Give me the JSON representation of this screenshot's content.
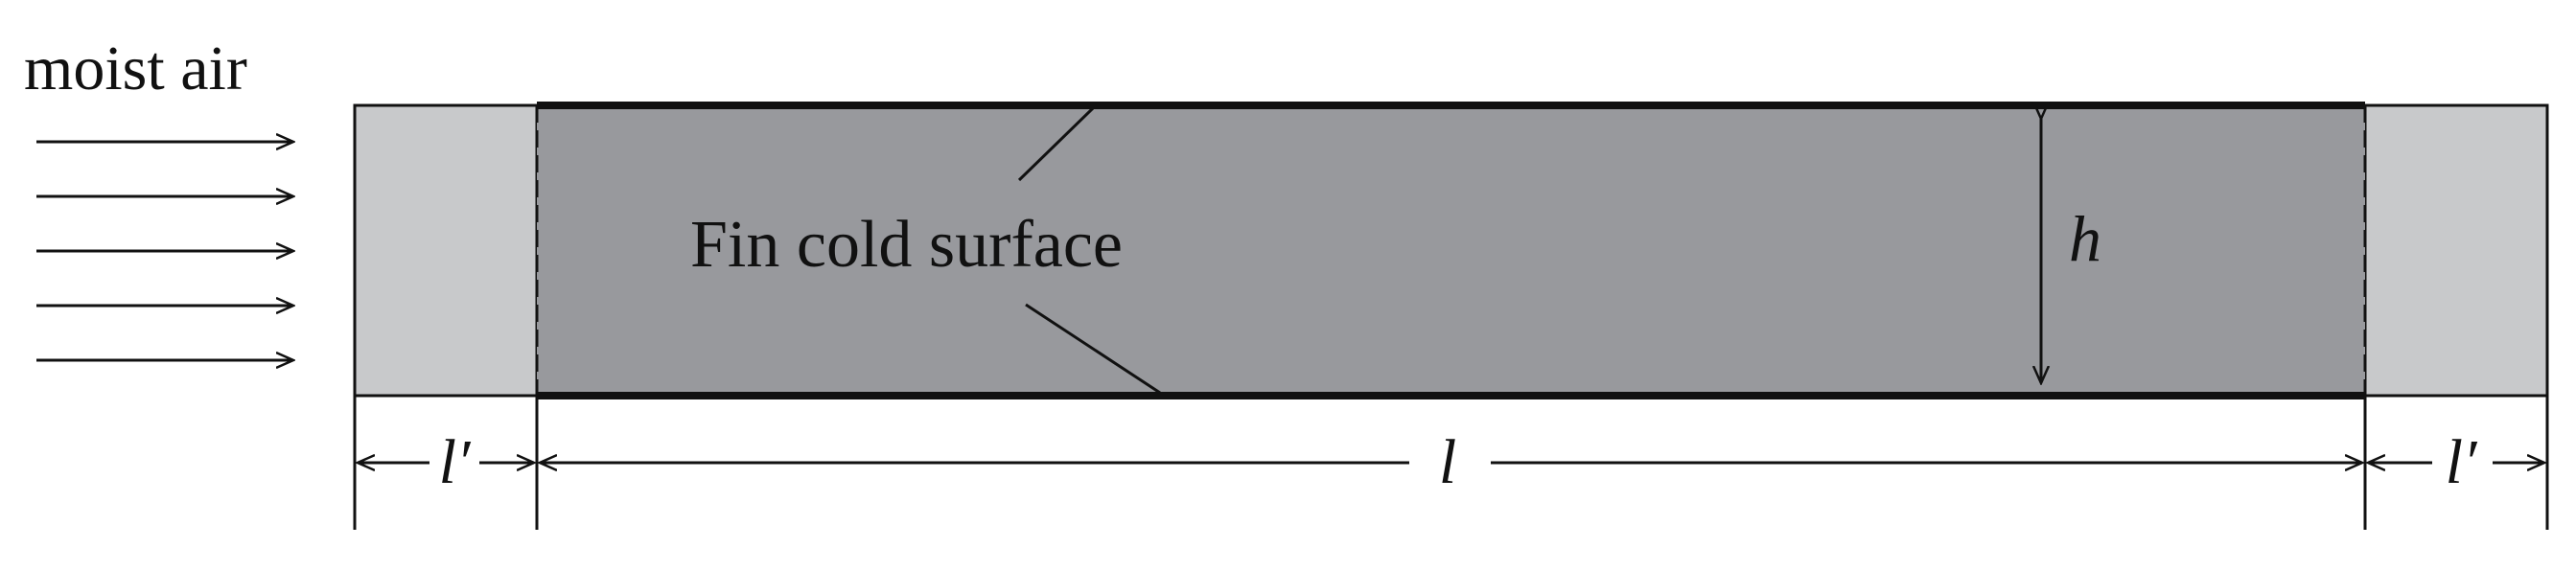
{
  "labels": {
    "flow": "moist air",
    "surface": "Fin cold surface",
    "height": "h",
    "length": "l",
    "entry_length": "l′",
    "exit_length": "l′"
  },
  "colors": {
    "fin_fill": "#98999d",
    "side_fill": "#c8c9cb",
    "stroke": "#111111",
    "background": "#ffffff"
  },
  "flow_arrow_count": 5
}
